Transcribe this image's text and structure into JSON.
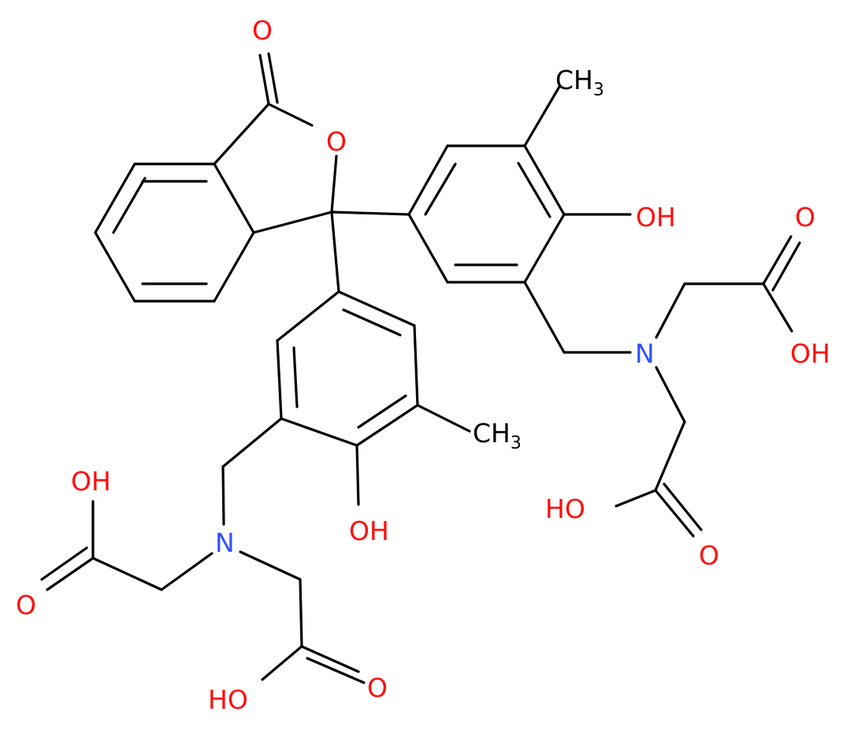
{
  "colors": {
    "bond": "#000000",
    "oxygen": "#ff0d0d",
    "nitrogen": "#3050f8",
    "carbon_label": "#000000",
    "background": "#ffffff"
  },
  "labels": {
    "lactone_carbonyl_o": "O",
    "lactone_ring_o": "O",
    "right_ch3_main": "CH",
    "right_ch3_sub": "3",
    "right_oh": "OH",
    "far_right_acid_o": "O",
    "far_right_acid_oh": "OH",
    "right_n": "N",
    "right_lower_acid_oh": "HO",
    "right_lower_acid_o": "O",
    "center_ch3_main": "CH",
    "center_ch3_sub": "3",
    "center_oh": "OH",
    "left_upper_acid_oh": "OH",
    "left_n": "N",
    "left_upper_acid_o": "O",
    "left_lower_acid_oh": "HO",
    "left_lower_acid_o": "O"
  }
}
